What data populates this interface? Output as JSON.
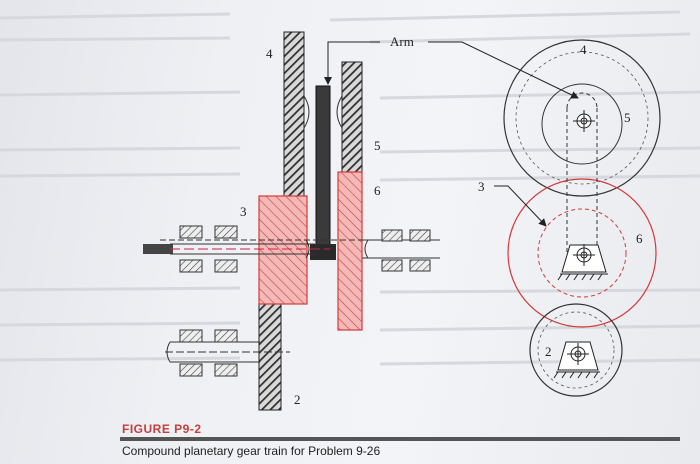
{
  "figure": {
    "labels": {
      "arm": "Arm",
      "gear2": "2",
      "gear3": "3",
      "gear4": "4",
      "gear5": "5",
      "gear6": "6"
    },
    "caption_title": "FIGURE P9-2",
    "caption_text": "Compound planetary gear train for Problem 9-26"
  },
  "colors": {
    "red": "#d33b3b",
    "red_fill": "#f0b5b3",
    "dark": "#333333",
    "gray_hatch": "#555555",
    "caption_red": "#c2403d"
  }
}
